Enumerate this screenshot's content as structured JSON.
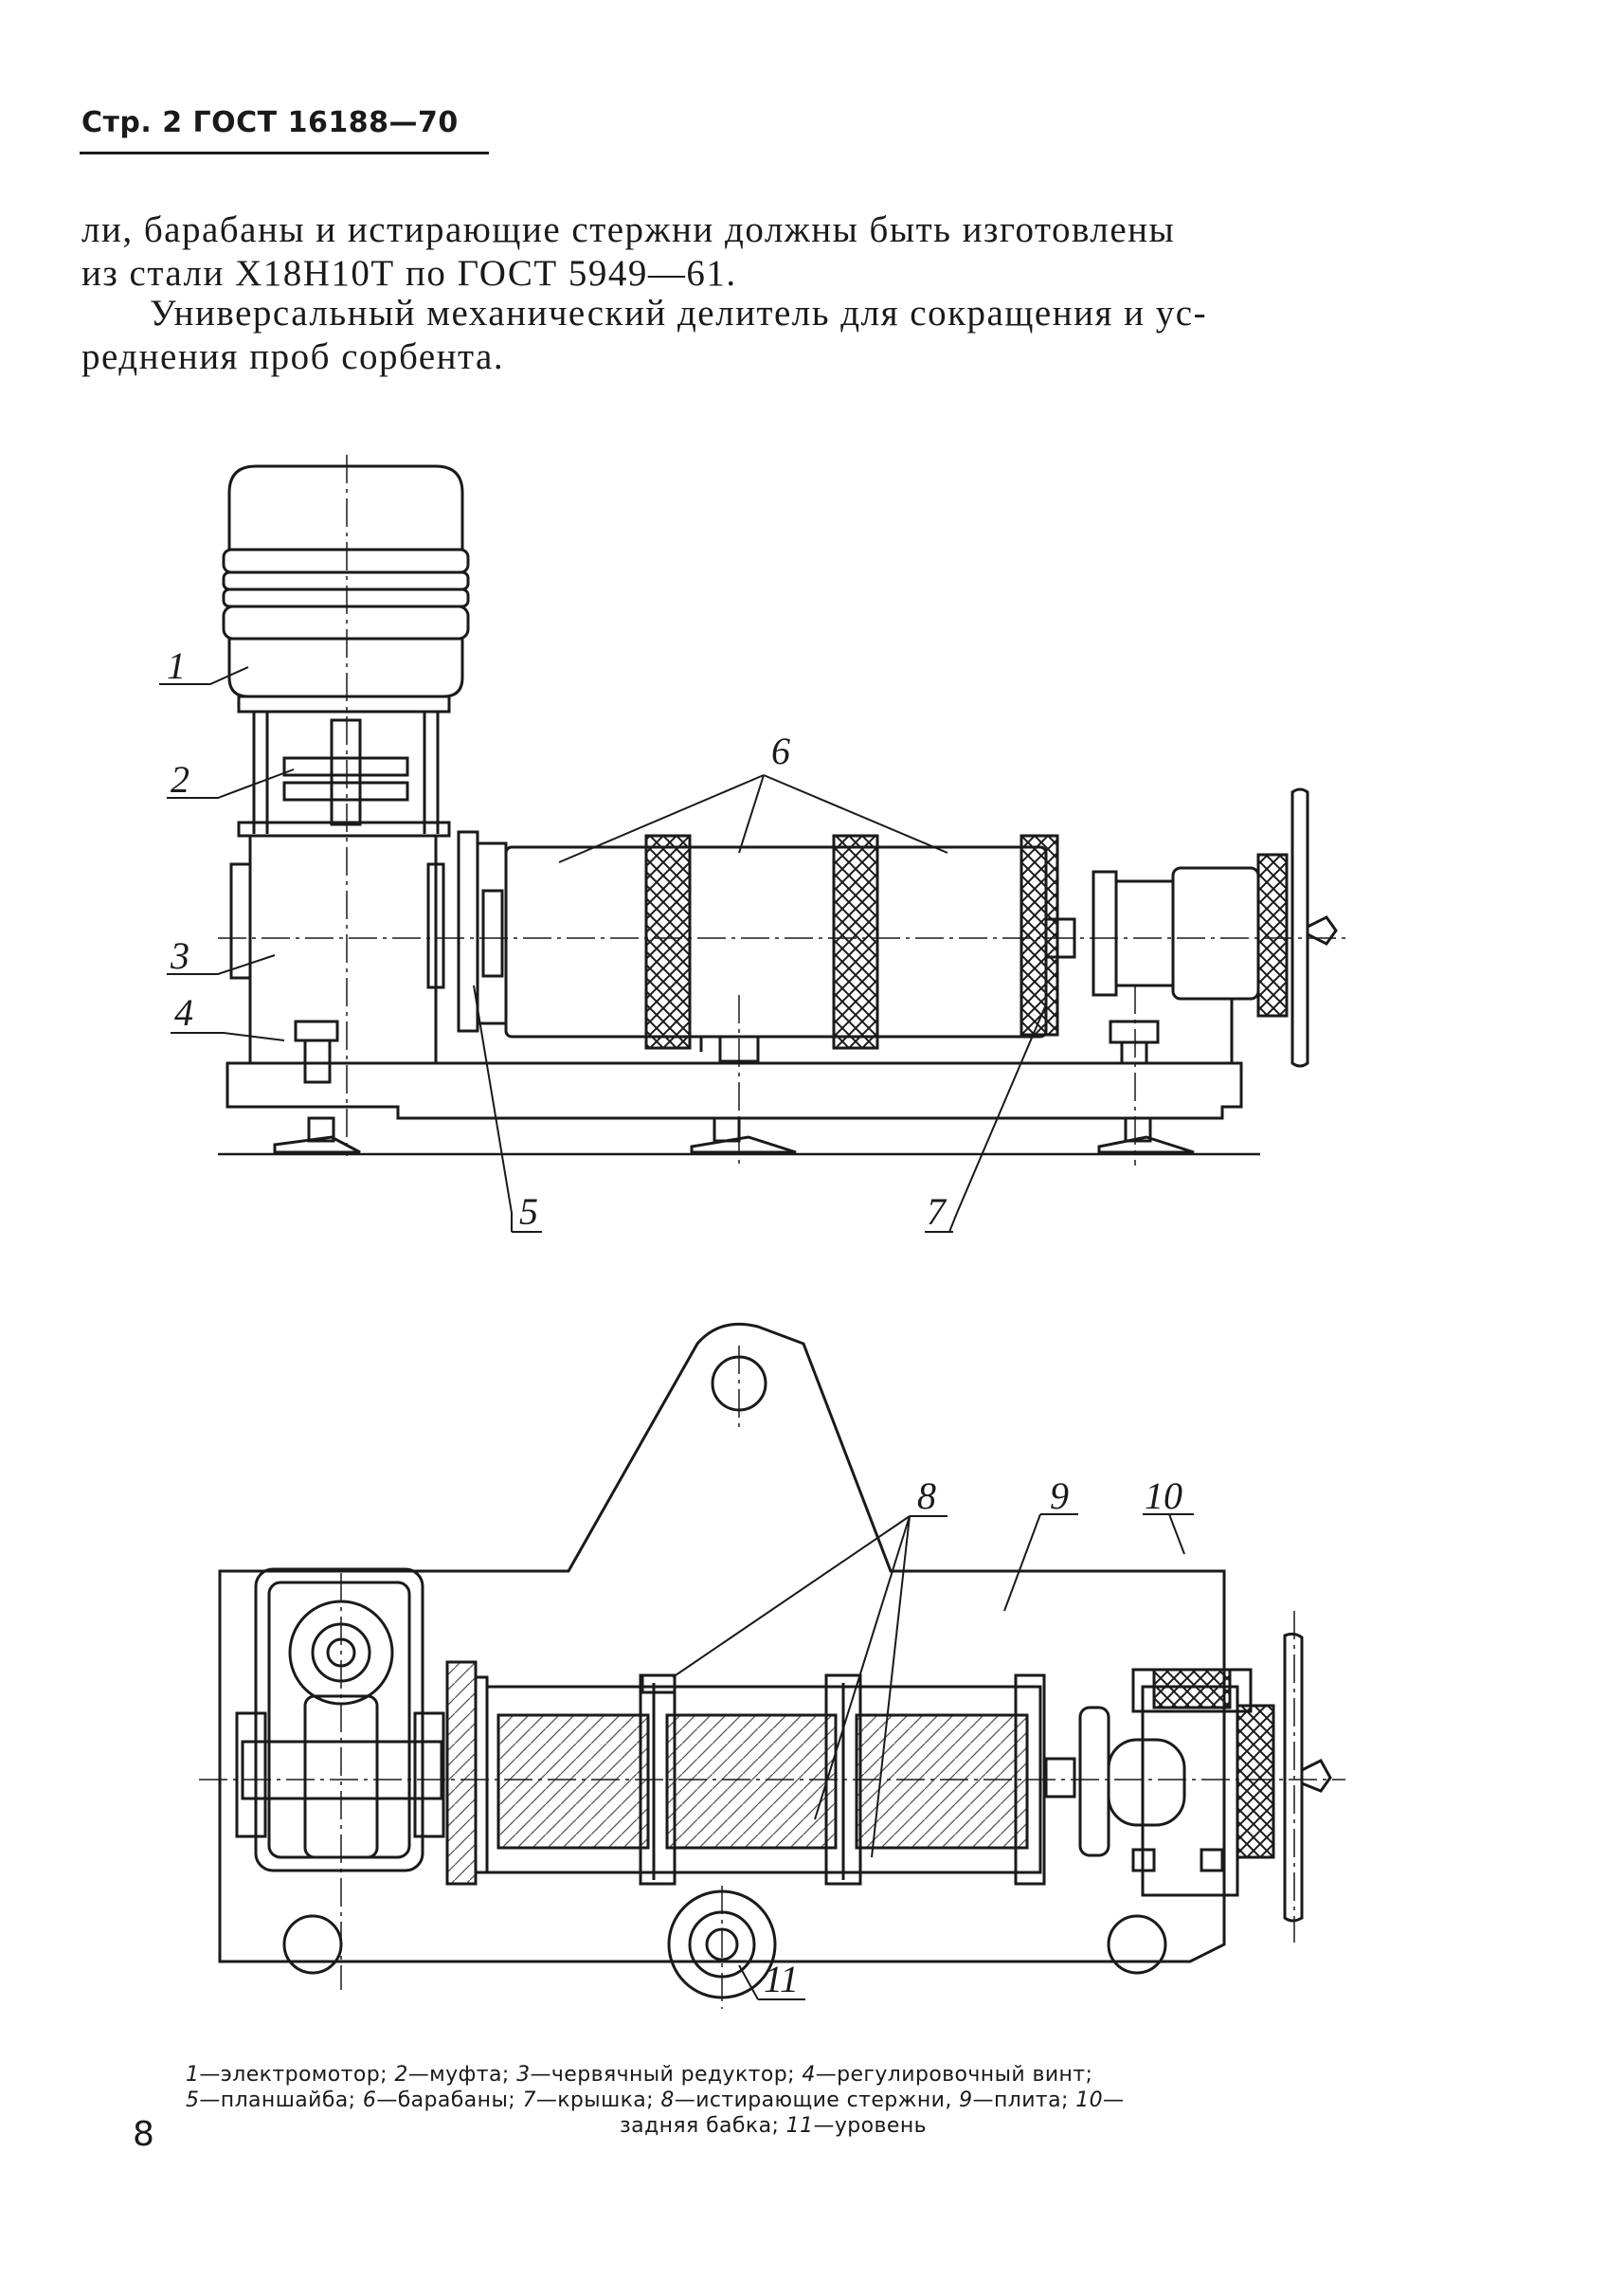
{
  "header": {
    "text": "Стр. 2 ГОСТ 16188—70"
  },
  "body": {
    "p1_lines": [
      "ли, барабаны  и истирающие стержни  должны быть изготовлены",
      "из стали Х18Н10Т по ГОСТ 5949—61."
    ],
    "p2_lines": [
      "Универсальный механический делитель для сокращения и ус-",
      "реднения проб сорбента."
    ]
  },
  "figure_labels": {
    "l1": "1",
    "l2": "2",
    "l3": "3",
    "l4": "4",
    "l5": "5",
    "l6": "6",
    "l7": "7",
    "l8": "8",
    "l9": "9",
    "l10": "10",
    "l11": "11"
  },
  "caption": {
    "line1": [
      {
        "n": "1",
        "t": "—электромотор;"
      },
      {
        "n": "2",
        "t": "—муфта;"
      },
      {
        "n": "3",
        "t": "—червячный редуктор;"
      },
      {
        "n": "4",
        "t": "—регулировочный винт;"
      }
    ],
    "line2": [
      {
        "n": "5",
        "t": "—планшайба;"
      },
      {
        "n": "6",
        "t": "—барабаны;"
      },
      {
        "n": "7",
        "t": "—крышка;"
      },
      {
        "n": "8",
        "t": "—истирающие стержни,"
      },
      {
        "n": "9",
        "t": "—плита;"
      },
      {
        "n": "10",
        "t": "—"
      }
    ],
    "line3": [
      {
        "n": "",
        "t": "задняя бабка;"
      },
      {
        "n": "11",
        "t": "—уровень"
      }
    ]
  },
  "page_number": "8"
}
